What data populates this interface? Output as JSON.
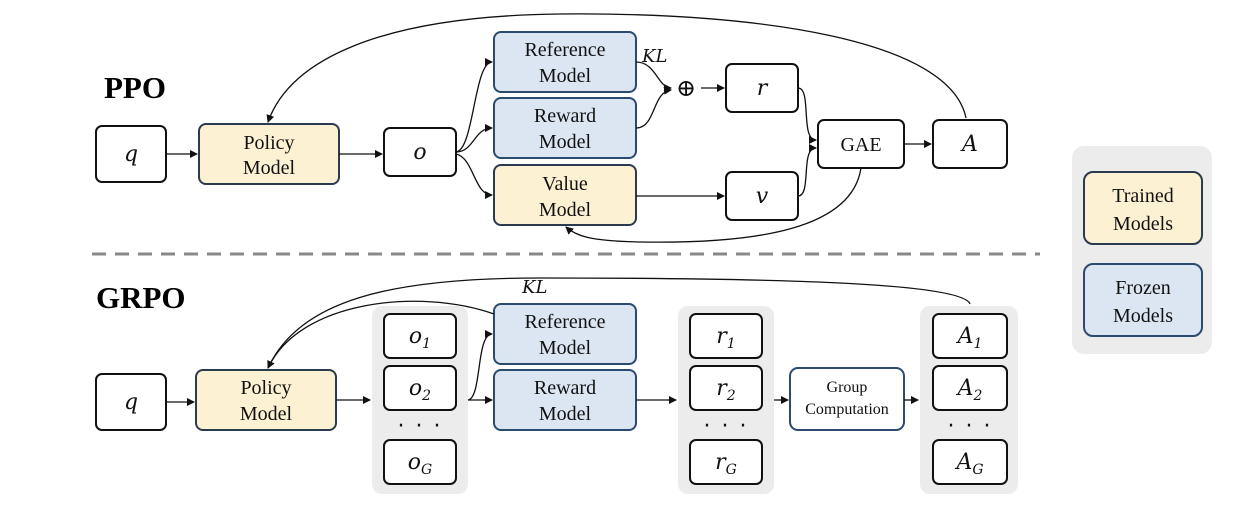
{
  "ppo": {
    "title": "PPO",
    "q": "q",
    "policy": [
      "Policy",
      "Model"
    ],
    "o": "o",
    "reference": [
      "Reference",
      "Model"
    ],
    "reward": [
      "Reward",
      "Model"
    ],
    "value": [
      "Value",
      "Model"
    ],
    "kl": "KL",
    "oplus": "⊕",
    "r": "r",
    "v": "v",
    "gae": "GAE",
    "a": "A"
  },
  "grpo": {
    "title": "GRPO",
    "q": "q",
    "policy": [
      "Policy",
      "Model"
    ],
    "kl": "KL",
    "reference": [
      "Reference",
      "Model"
    ],
    "reward": [
      "Reward",
      "Model"
    ],
    "outputs": [
      {
        "base": "o",
        "sub": "1"
      },
      {
        "base": "o",
        "sub": "2"
      },
      {
        "base": "o",
        "sub": "G"
      }
    ],
    "rewards": [
      {
        "base": "r",
        "sub": "1"
      },
      {
        "base": "r",
        "sub": "2"
      },
      {
        "base": "r",
        "sub": "G"
      }
    ],
    "group": [
      "Group",
      "Computation"
    ],
    "advantages": [
      {
        "base": "A",
        "sub": "1"
      },
      {
        "base": "A",
        "sub": "2"
      },
      {
        "base": "A",
        "sub": "G"
      }
    ],
    "ellipsis": "· · ·"
  },
  "legend": {
    "trained": [
      "Trained",
      "Models"
    ],
    "frozen": [
      "Frozen",
      "Models"
    ]
  },
  "colors": {
    "trained_fill": "#fdf1d3",
    "frozen_fill": "#dbe6f2",
    "frozen_stroke": "#2b4a6f",
    "panel_fill": "#ececec",
    "divider": "#888888"
  }
}
